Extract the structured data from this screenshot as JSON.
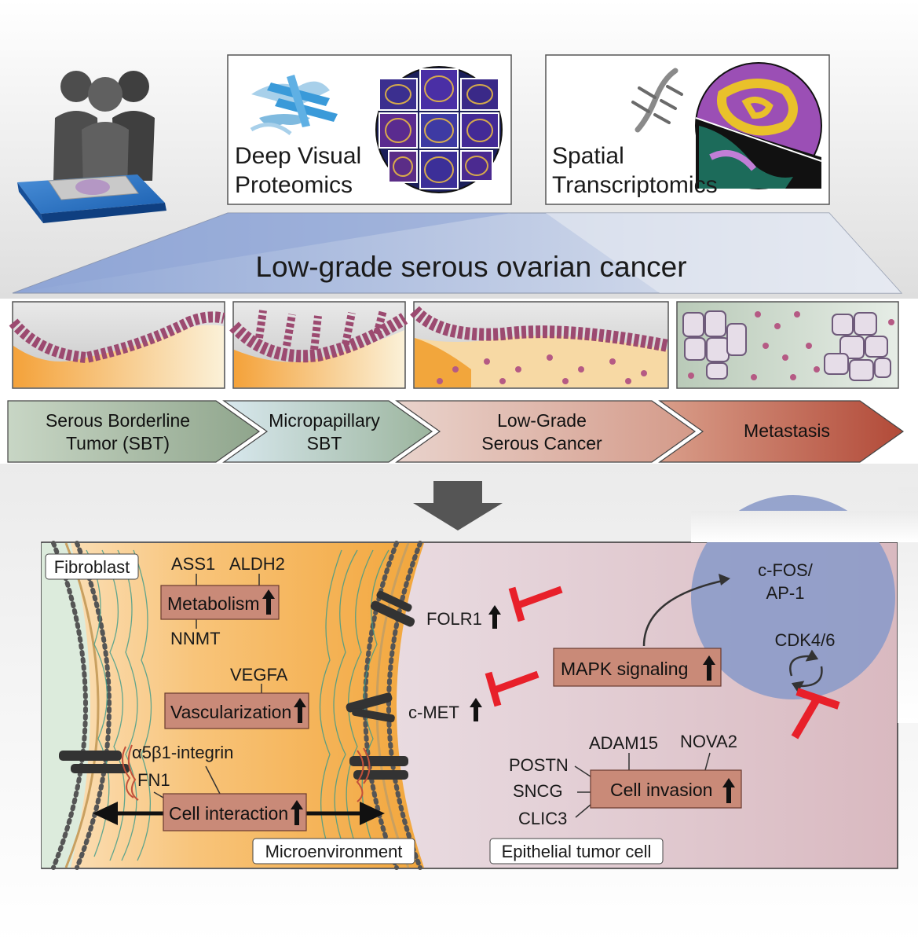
{
  "top_panels": {
    "proteomics_label_line1": "Deep Visual",
    "proteomics_label_line2": "Proteomics",
    "transcriptomics_label_line1": "Spatial",
    "transcriptomics_label_line2": "Transcriptomics"
  },
  "banner_title": "Low-grade serous ovarian cancer",
  "stages": [
    {
      "line1": "Serous Borderline",
      "line2": "Tumor (SBT)"
    },
    {
      "line1": "Micropapillary",
      "line2": "SBT"
    },
    {
      "line1": "Low-Grade",
      "line2": "Serous Cancer"
    },
    {
      "line1": "Metastasis",
      "line2": ""
    }
  ],
  "bottom": {
    "fibroblast_label": "Fibroblast",
    "microenvironment_label": "Microenvironment",
    "epithelial_label": "Epithelial tumor cell",
    "metabolism": {
      "label": "Metabolism",
      "genes": [
        "ASS1",
        "ALDH2",
        "NNMT"
      ]
    },
    "vascularization": {
      "label": "Vascularization",
      "genes": [
        "VEGFA"
      ]
    },
    "cell_interaction": {
      "label": "Cell interaction",
      "genes": [
        "α5β1-integrin",
        "FN1"
      ]
    },
    "folr1": "FOLR1",
    "cmet": "c-MET",
    "mapk": "MAPK signaling",
    "cfos_line1": "c-FOS/",
    "cfos_line2": "AP-1",
    "cdk": "CDK4/6",
    "cell_invasion": {
      "label": "Cell invasion",
      "genes": [
        "ADAM15",
        "NOVA2",
        "POSTN",
        "SNCG",
        "CLIC3"
      ]
    }
  },
  "colors": {
    "inhibitor_red": "#e8202a",
    "process_box": "#c98a78",
    "nucleus_blue": "#8c9bc9",
    "stroma_orange": "#f5b04c"
  }
}
